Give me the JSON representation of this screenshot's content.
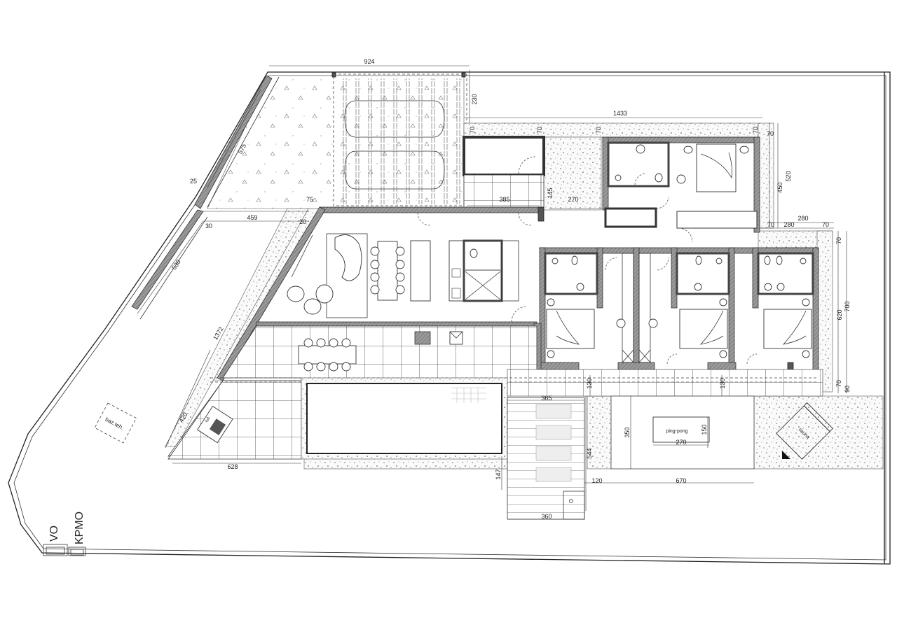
{
  "drawing": {
    "type": "site floor plan",
    "room_labels": {
      "ping_pong": "ping-pong",
      "sauna": "sauna",
      "pool_tech": "baz.teh.",
      "shower": "tuš",
      "meter_vo": "VO",
      "meter_kpmo": "KPMO"
    },
    "dimensions": {
      "top_width": "924",
      "parking_offset": "230",
      "house_length": "1433",
      "corner_70_a": "70",
      "corner_70_b": "70",
      "corner_70_c": "70",
      "corner_70_d": "70",
      "bedroom_wing_height": "450",
      "wing_outer_height": "520",
      "setback_280_top": "280",
      "setback_280_inner": "280",
      "setback_70_left": "70",
      "setback_70_right": "70",
      "east_70": "70",
      "east_wing_height": "620",
      "east_total": "700",
      "bottom_70": "70",
      "bottom_90": "90",
      "stair_width": "385",
      "courtyard_depth": "145",
      "courtyard_width": "270",
      "diag_575": "575",
      "diag_530": "530",
      "diag_459": "459",
      "diag_75": "75",
      "diag_30": "30",
      "diag_20": "20",
      "diag_25": "25",
      "west_1372": "1372",
      "west_420": "420",
      "terrace_628": "628",
      "deck_365": "365",
      "deck_544": "544",
      "deck_147": "147",
      "deck_360": "360",
      "gap_120": "120",
      "games_670": "670",
      "games_350": "350",
      "table_270": "270",
      "table_150": "150",
      "wall_130_a": "130",
      "wall_130_b": "130"
    },
    "colors": {
      "wall_fill": "#8a8a8a",
      "line": "#222222",
      "background": "#ffffff"
    }
  }
}
